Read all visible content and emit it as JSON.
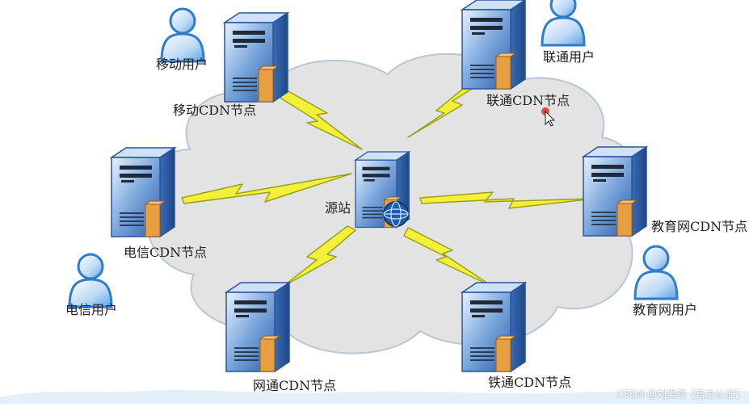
{
  "labels": {
    "origin": "源站",
    "mobile_node": "移动CDN节点",
    "unicom_node": "联通CDN节点",
    "telecom_node": "电信CDN节点",
    "edu_node": "教育网CDN节点",
    "netcom_node": "网通CDN节点",
    "railcom_node": "铁通CDN节点",
    "mobile_user": "移动用户",
    "unicom_user": "联通用户",
    "telecom_user": "电信用户",
    "edu_user": "教育网用户"
  },
  "watermark": "CSDN @刘昊然【官方认证】",
  "colors": {
    "cloud": "#e6e6e6",
    "cloud_outline": "#b7c4d2",
    "bolt": "#f4f03a",
    "bolt_outline": "#9aa21a",
    "server_front": "#4a80c6",
    "server_side": "#a9c9ec",
    "user": "#3e8fd8",
    "cursor_dot": "#e02020"
  }
}
